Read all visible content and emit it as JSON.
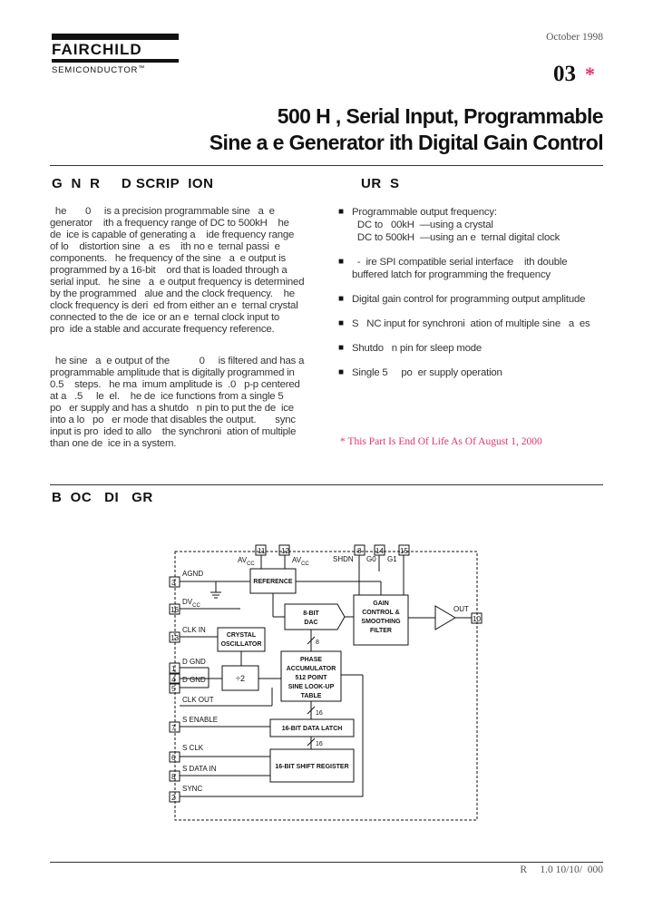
{
  "header": {
    "logo_word": "FAIRCHILD",
    "logo_sub": "SEMICONDUCTOR",
    "logo_tm": "™",
    "date": "October 1998",
    "part_number": "03",
    "part_star": "*"
  },
  "title": {
    "line1": "500 H , Serial Input, Programmable",
    "line2": "Sine   a  e Generator    ith Digital Gain Control"
  },
  "general_description": {
    "heading": "G  N  R     D SCRIP  ION",
    "para1": [
      "  he       0     is a precision programmable sine   a  e",
      "generator    ith a frequency range of DC to 500kH    he",
      "de  ice is capable of generating a    ide frequency range",
      "of lo    distortion sine   a  es    ith no e  ternal passi  e",
      "components.   he frequency of the sine   a  e output is",
      "programmed by a 16-bit    ord that is loaded through a",
      "serial input.   he sine   a  e output frequency is determined",
      "by the programmed   alue and the clock frequency.    he",
      "clock frequency is deri  ed from either an e  ternal crystal",
      "connected to the de  ice or an e  ternal clock input to",
      "pro  ide a stable and accurate frequency reference."
    ],
    "para2": [
      "  he sine   a  e output of the           0     is filtered and has a",
      "programmable amplitude that is digitally programmed in",
      "0.5    steps.   he ma  imum amplitude is  .0   p-p centered",
      "at a   .5     le  el.    he de  ice functions from a single 5",
      "po   er supply and has a shutdo   n pin to put the de  ice",
      "into a lo   po   er mode that disables the output.       sync",
      "input is pro  ided to allo    the synchroni  ation of multiple",
      "than one de  ice in a system."
    ]
  },
  "features": {
    "heading": "   UR  S",
    "bullet": "■",
    "items": [
      [
        "Programmable output frequency:",
        "  DC to   00kH  —using a crystal",
        "  DC to 500kH  —using an e  ternal digital clock"
      ],
      [
        "  -  ire SPI compatible serial interface    ith double",
        "buffered latch for programming the frequency"
      ],
      [
        "Digital gain control for programming output amplitude"
      ],
      [
        "S   NC input for synchroni  ation of multiple sine   a  es"
      ],
      [
        "Shutdo   n pin for sleep mode"
      ],
      [
        "Single 5     po  er supply operation"
      ]
    ]
  },
  "eol_notice": "* This Part Is End Of Life As Of August 1, 2000",
  "block_diagram": {
    "heading": "B  OC   DI   GR",
    "pin_labels": {
      "agnd": "AGND",
      "dvcc": "DV",
      "dvcc_sub": "CC",
      "clkin": "CLK IN",
      "dgnd1": "D GND",
      "dgnd2": "D GND",
      "clkout": "CLK OUT",
      "senable": "S ENABLE",
      "sclk": "S CLK",
      "sdatain": "S DATA IN",
      "sync": "SYNC",
      "avcc1": "AV",
      "avcc2": "AV",
      "avcc_sub": "CC",
      "shdn": "SHDN",
      "g0": "G0",
      "g1": "G1",
      "out": "OUT"
    },
    "pin_numbers": {
      "agnd": "3",
      "dvcc": "16",
      "clkin": "13",
      "dgnd1": "1",
      "dgnd2": "4",
      "clkout": "5",
      "senable": "7",
      "sclk": "6",
      "sdatain": "8",
      "sync": "2",
      "avcc1": "11",
      "avcc2": "12",
      "shdn": "8",
      "g0": "14",
      "g1": "15",
      "out": "10"
    },
    "blocks": {
      "reference": "REFERENCE",
      "dac_1": "8-BIT",
      "dac_2": "DAC",
      "gain_1": "GAIN",
      "gain_2": "CONTROL &",
      "gain_3": "SMOOTHING",
      "gain_4": "FILTER",
      "crystal_1": "CRYSTAL",
      "crystal_2": "OSCILLATOR",
      "phase_1": "PHASE",
      "phase_2": "ACCUMULATOR",
      "phase_3": "512 POINT",
      "phase_4": "SINE LOOK-UP",
      "phase_5": "TABLE",
      "div2": "÷2",
      "latch": "16-BIT DATA LATCH",
      "shift": "16-BIT SHIFT REGISTER"
    },
    "bus_widths": {
      "dac_bus": "8",
      "latch_bus": "16",
      "shift_bus": "16"
    }
  },
  "footer": {
    "revision": "R     1.0 10/10/  000"
  }
}
